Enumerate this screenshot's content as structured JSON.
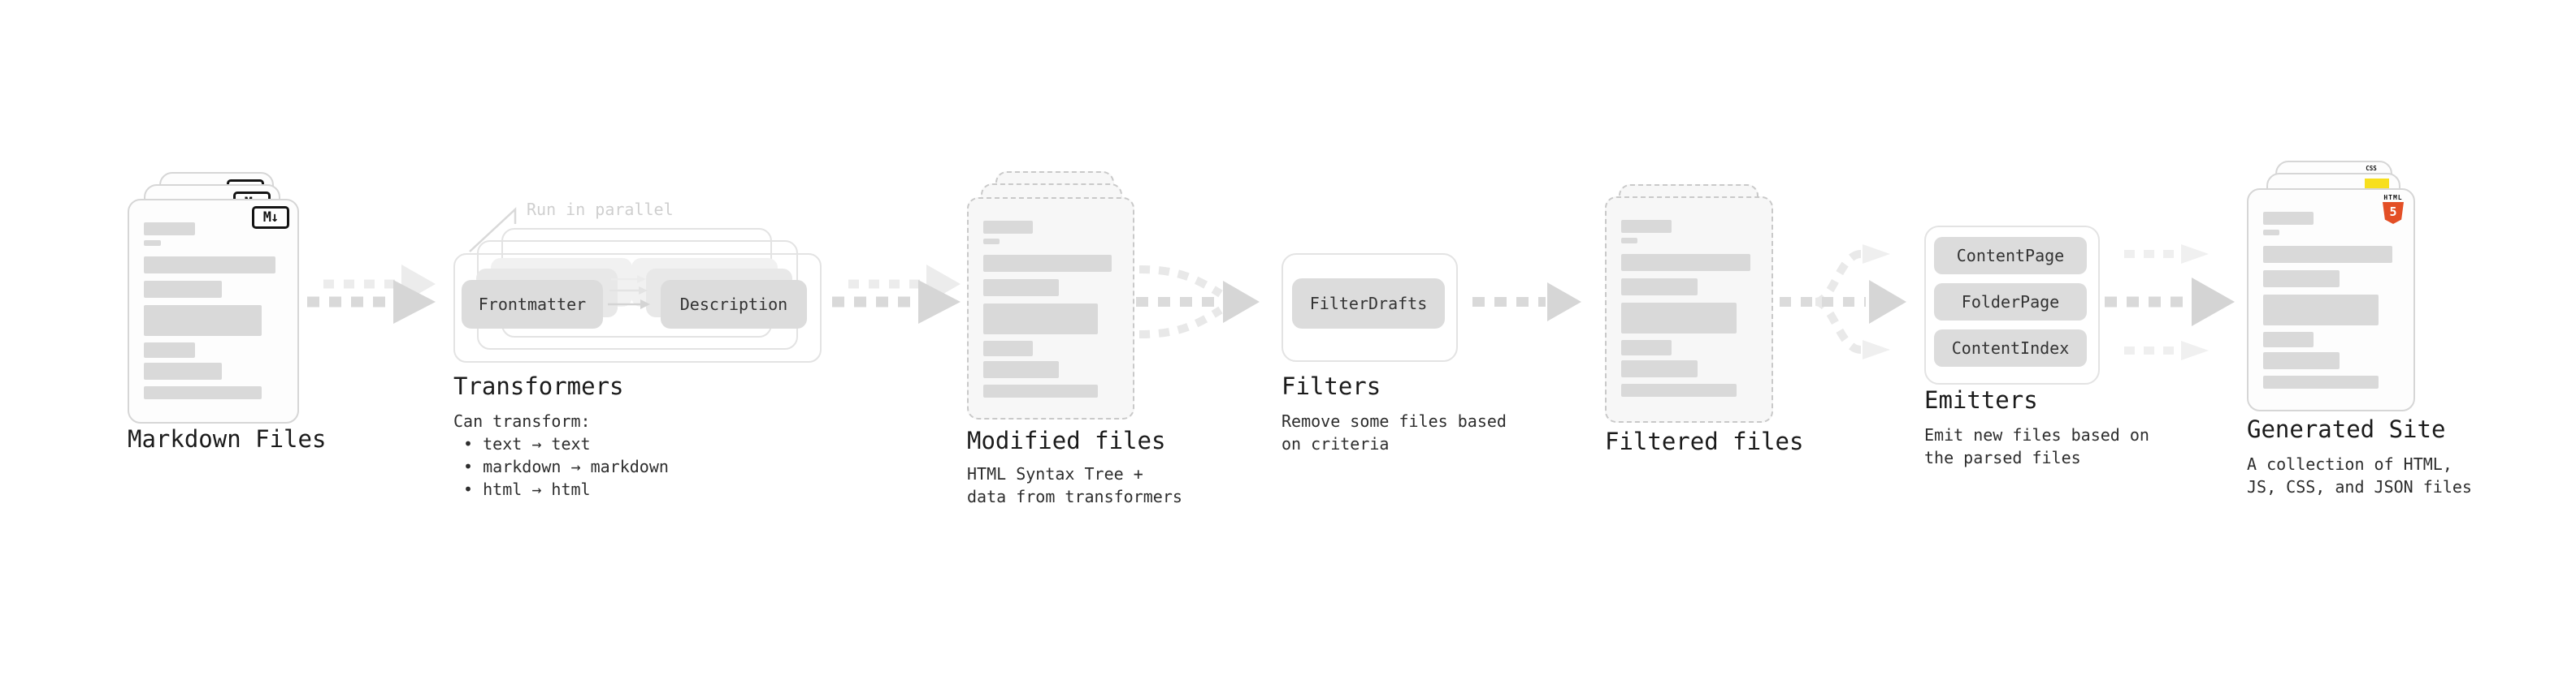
{
  "nodes": [
    {
      "id": "markdown-files",
      "label": "Markdown Files",
      "badge": "M↓"
    },
    {
      "id": "transformers",
      "label": "Transformers",
      "annotation": "Run in parallel",
      "buttons": [
        "Frontmatter",
        "Description"
      ],
      "notes": [
        "Can transform:",
        " • text → text",
        " • markdown → markdown",
        " • html → html"
      ]
    },
    {
      "id": "modified-files",
      "label": "Modified files",
      "notes": [
        "HTML Syntax Tree +",
        "data from transformers"
      ]
    },
    {
      "id": "filters",
      "label": "Filters",
      "buttons": [
        "FilterDrafts"
      ],
      "notes": [
        "Remove some files based",
        "on criteria"
      ]
    },
    {
      "id": "filtered-files",
      "label": "Filtered files"
    },
    {
      "id": "emitters",
      "label": "Emitters",
      "buttons": [
        "ContentPage",
        "FolderPage",
        "ContentIndex"
      ],
      "notes": [
        "Emit new files based on",
        "the parsed files"
      ]
    },
    {
      "id": "generated-site",
      "label": "Generated Site",
      "badges": {
        "css": "CSS",
        "html_word": "HTML",
        "html_number": "5"
      },
      "notes": [
        "A collection of HTML,",
        "JS, CSS, and JSON files"
      ]
    }
  ],
  "colors": {
    "html5_orange": "#e34f26",
    "js_yellow": "#f7df1e",
    "css_blue": "#2965f1",
    "skeleton_gray": "#d9d9d9",
    "arrow_gray": "#d6d6d6",
    "faint_text": "#cfcfcf"
  }
}
